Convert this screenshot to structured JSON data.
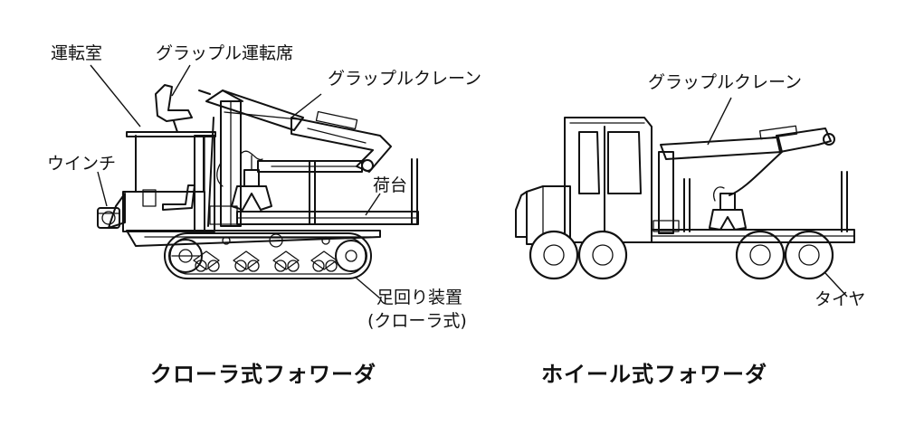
{
  "crawler": {
    "caption": "クローラ式フォワーダ",
    "labels": {
      "cab": "運転室",
      "grapple_seat": "グラップル運転席",
      "crane": "グラップルクレーン",
      "winch": "ウインチ",
      "bed": "荷台",
      "undercarriage_line1": "足回り装置",
      "undercarriage_line2": "(クローラ式)"
    }
  },
  "wheel": {
    "caption": "ホイール式フォワーダ",
    "labels": {
      "crane": "グラップルクレーン",
      "tire": "タイヤ"
    }
  }
}
